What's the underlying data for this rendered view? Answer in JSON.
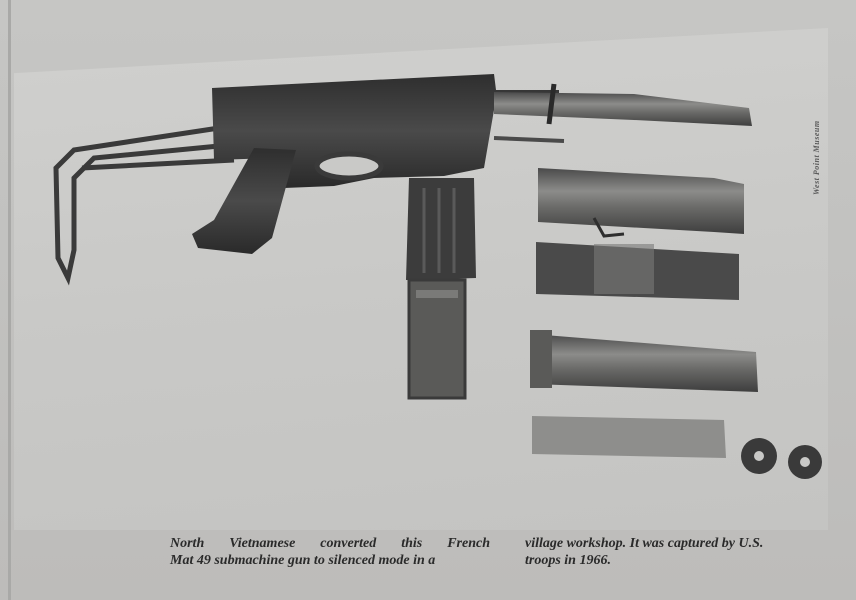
{
  "photo": {
    "subject": "Mat 49 submachine gun with silencer components",
    "credit": "West Point Museum",
    "colors": {
      "background": "#c9c9c7",
      "metal_dark": "#3a3a3a",
      "metal_mid": "#5e5e5e",
      "metal_light": "#8a8a88"
    }
  },
  "caption": {
    "left_lines": [
      "North Vietnamese converted this French",
      "Mat 49 submachine gun to silenced mode in a"
    ],
    "right_lines": [
      "village workshop. It was captured by U.S.",
      "troops in 1966."
    ]
  }
}
